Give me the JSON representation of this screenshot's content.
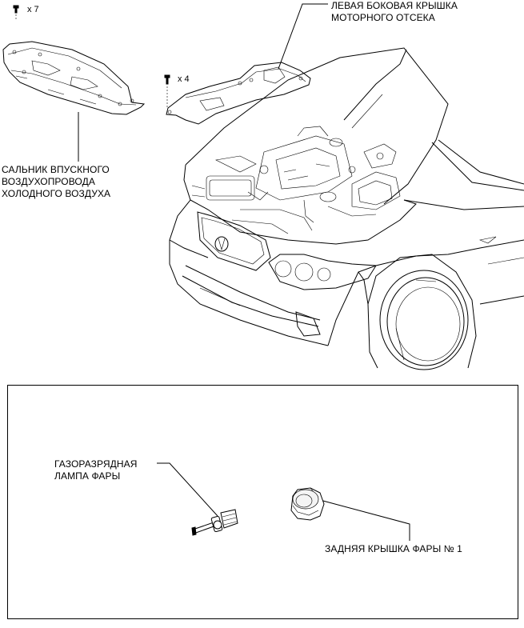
{
  "labels": {
    "left_cover": [
      "ЛЕВАЯ БОКОВАЯ КРЫШКА",
      "МОТОРНОГО ОТСЕКА"
    ],
    "air_seal": [
      "САЛЬНИК ВПУСКНОГО",
      "ВОЗДУХОПРОВОДА",
      "ХОЛОДНОГО ВОЗДУХА"
    ],
    "discharge_lamp": [
      "ГАЗОРАЗРЯДНАЯ",
      "ЛАМПА ФАРЫ"
    ],
    "rear_cover": "ЗАДНЯЯ КРЫШКА ФАРЫ № 1"
  },
  "quantities": {
    "seal_clips": "x 7",
    "cover_clips": "x 4"
  }
}
